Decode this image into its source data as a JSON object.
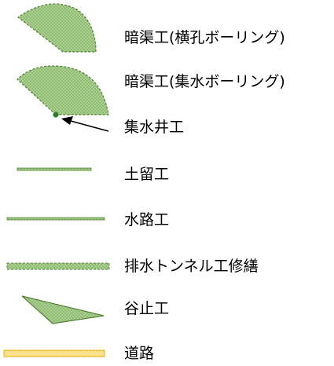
{
  "legend": {
    "items": [
      {
        "key": "horizontal-drain",
        "label": "暗渠工(横孔ボーリング)"
      },
      {
        "key": "collecting-drain",
        "label": "暗渠工(集水ボーリング)"
      },
      {
        "key": "collecting-well",
        "label": "集水井工"
      },
      {
        "key": "retaining-wall",
        "label": "土留工"
      },
      {
        "key": "channel",
        "label": "水路工"
      },
      {
        "key": "tunnel-repair",
        "label": "排水トンネル工修繕"
      },
      {
        "key": "check-dam",
        "label": "谷止工"
      },
      {
        "key": "road",
        "label": "道路"
      }
    ]
  },
  "colors": {
    "fill_green": "#a9d08e",
    "stroke_green": "#548235",
    "dot_green": "#2e7d32",
    "fill_yellow": "#ffe699",
    "stroke_yellow": "#e0b000",
    "arrow": "#000000"
  }
}
